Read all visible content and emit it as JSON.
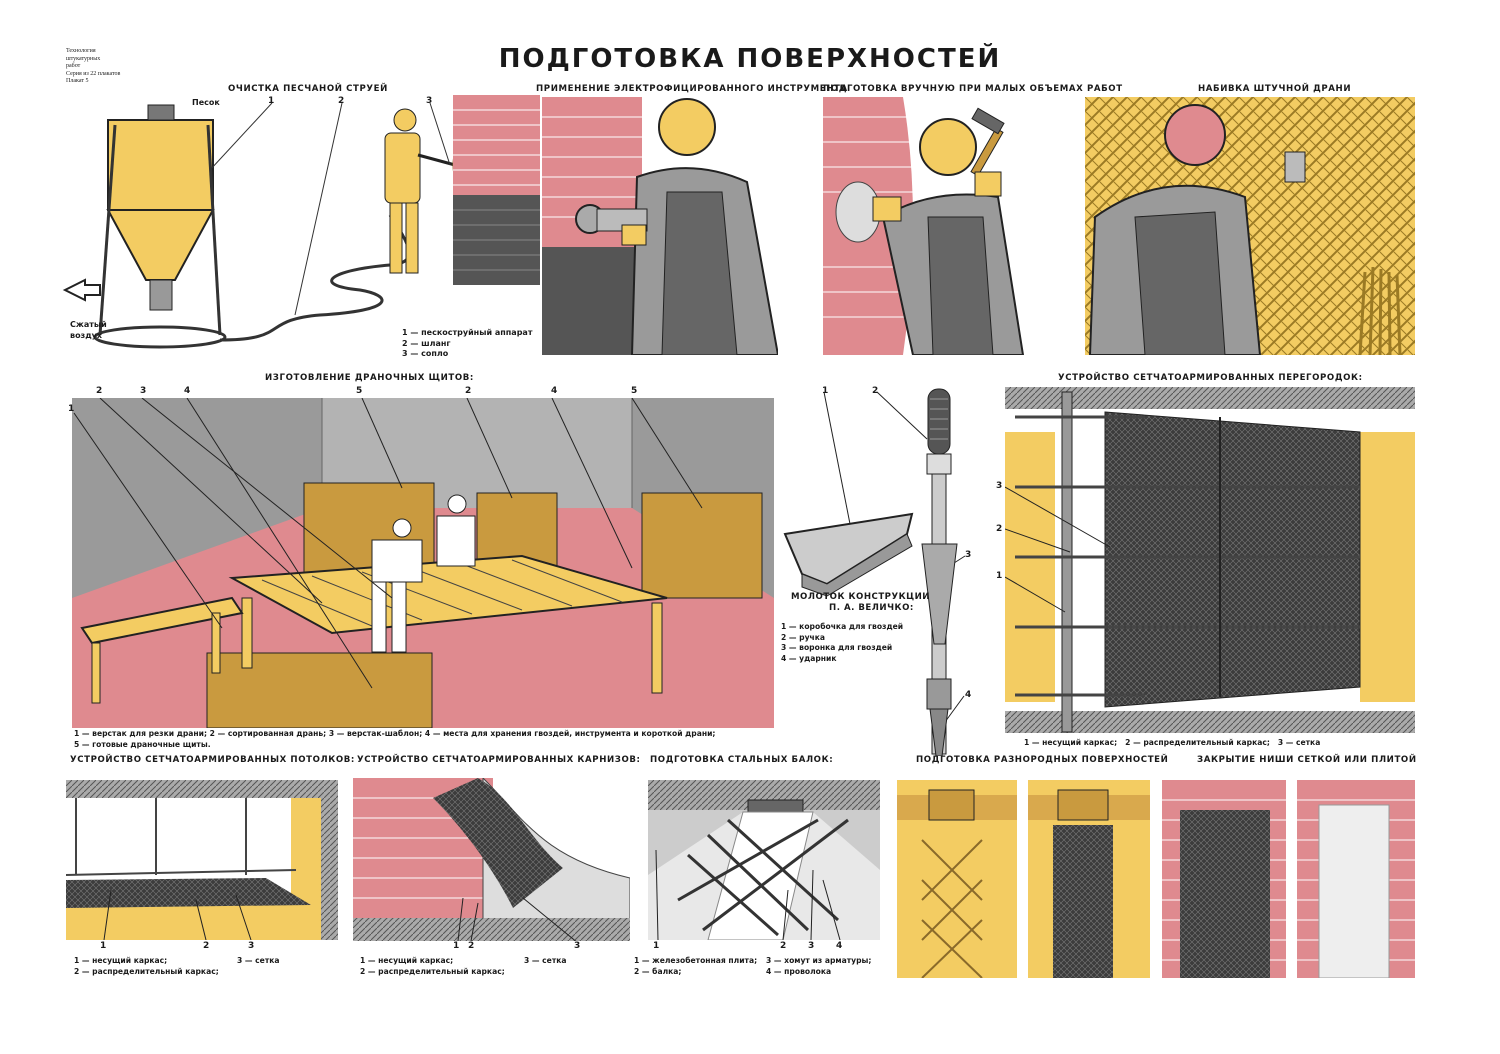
{
  "title": "ПОДГОТОВКА ПОВЕРХНОСТЕЙ",
  "corner_note": [
    "Технология",
    "штукатурных",
    "работ",
    "Серия из 22 плакатов",
    "Плакат 5"
  ],
  "sections": {
    "sandblast": {
      "heading": "ОЧИСТКА ПЕСЧАНОЙ СТРУЕЙ",
      "label_sand": "Песок",
      "label_air_1": "Сжатый",
      "label_air_2": "воздух",
      "legend": [
        "1 — пескоструйный аппарат",
        "2 — шланг",
        "3 — сопло"
      ],
      "nums": [
        "1",
        "2",
        "3"
      ]
    },
    "electric": {
      "heading": "ПРИМЕНЕНИЕ ЭЛЕКТРОФИЦИРОВАННОГО ИНСТРУМЕНТА"
    },
    "manual": {
      "heading": "ПОДГОТОВКА ВРУЧНУЮ ПРИ МАЛЫХ ОБЪЕМАХ РАБОТ"
    },
    "lath": {
      "heading": "НАБИВКА ШТУЧНОЙ ДРАНИ"
    },
    "shields": {
      "heading": "ИЗГОТОВЛЕНИЕ ДРАНОЧНЫХ ЩИТОВ:",
      "legend_1": "1 — верстак для резки драни; 2 — сортированная дрань; 3 — верстак-шаблон; 4 — места для хранения гвоздей, инструмента и короткой драни;",
      "legend_2": "5 — готовые драночные щиты.",
      "nums": [
        "1",
        "2",
        "3",
        "4",
        "5",
        "2",
        "4",
        "5"
      ]
    },
    "hammer": {
      "title_1": "МОЛОТОК КОНСТРУКЦИИ",
      "title_2": "П. А. ВЕЛИЧКО:",
      "legend": [
        "1 — коробочка для гвоздей",
        "2 — ручка",
        "3 — воронка для гвоздей",
        "4 — ударник"
      ],
      "nums": [
        "1",
        "2",
        "3",
        "4"
      ]
    },
    "partitions": {
      "heading": "УСТРОЙСТВО СЕТЧАТОАРМИРОВАННЫХ ПЕРЕГОРОДОК:",
      "legend": "1 — несущий каркас;   2 — распределительный каркас;   3 — сетка",
      "nums": [
        "3",
        "2",
        "1"
      ]
    },
    "ceilings": {
      "heading": "УСТРОЙСТВО СЕТЧАТОАРМИРОВАННЫХ ПОТОЛКОВ:",
      "legend_a": "1 — несущий каркас;",
      "legend_b": "2 — распределительный каркас;",
      "legend_c": "3 — сетка",
      "nums": [
        "1",
        "2",
        "3"
      ]
    },
    "cornices": {
      "heading": "УСТРОЙСТВО СЕТЧАТОАРМИРОВАННЫХ КАРНИЗОВ:",
      "legend_a": "1 — несущий каркас;",
      "legend_b": "2 — распределительный каркас;",
      "legend_c": "3 — сетка",
      "nums": [
        "1",
        "2",
        "3"
      ]
    },
    "beams": {
      "heading": "ПОДГОТОВКА СТАЛЬНЫХ БАЛОК:",
      "legend_a": "1 — железобетонная плита;",
      "legend_b": "2 — балка;",
      "legend_c": "3 — хомут из арматуры;",
      "legend_d": "4 — проволока",
      "nums": [
        "1",
        "2",
        "3",
        "4"
      ]
    },
    "mixed": {
      "heading": "ПОДГОТОВКА РАЗНОРОДНЫХ ПОВЕРХНОСТЕЙ"
    },
    "niche": {
      "heading": "ЗАКРЫТИЕ НИШИ СЕТКОЙ ИЛИ ПЛИТОЙ"
    }
  },
  "colors": {
    "yellow": "#f3cc62",
    "pink": "#df8a8f",
    "gray": "#9a9a9a",
    "dark_gray": "#555555",
    "mesh": "#3c3c3c",
    "wood": "#c99a3f"
  }
}
